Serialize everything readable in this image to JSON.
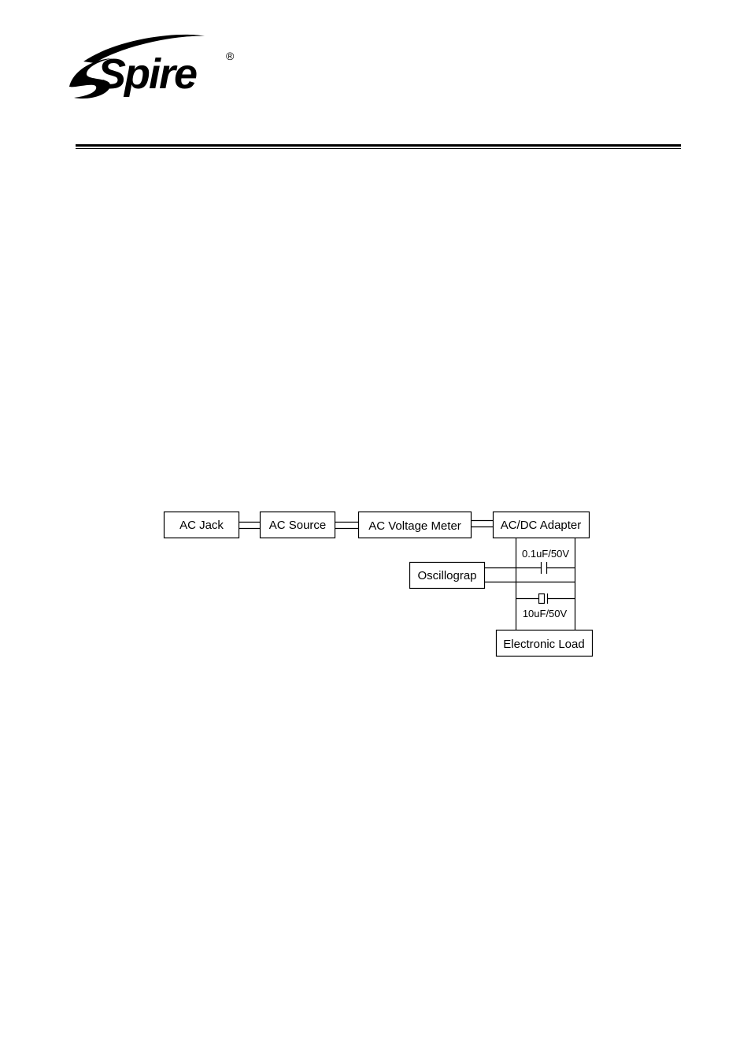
{
  "header": {
    "brand": "Spire",
    "registered_mark": "®"
  },
  "diagram": {
    "boxes": {
      "ac_jack": "AC Jack",
      "ac_source": "AC Source",
      "ac_voltage_meter": "AC Voltage Meter",
      "ac_dc_adapter": "AC/DC Adapter",
      "oscillograph": "Oscillograp",
      "electronic_load": "Electronic Load"
    },
    "capacitors": {
      "c1": "0.1uF/50V",
      "c2": "10uF/50V"
    }
  }
}
